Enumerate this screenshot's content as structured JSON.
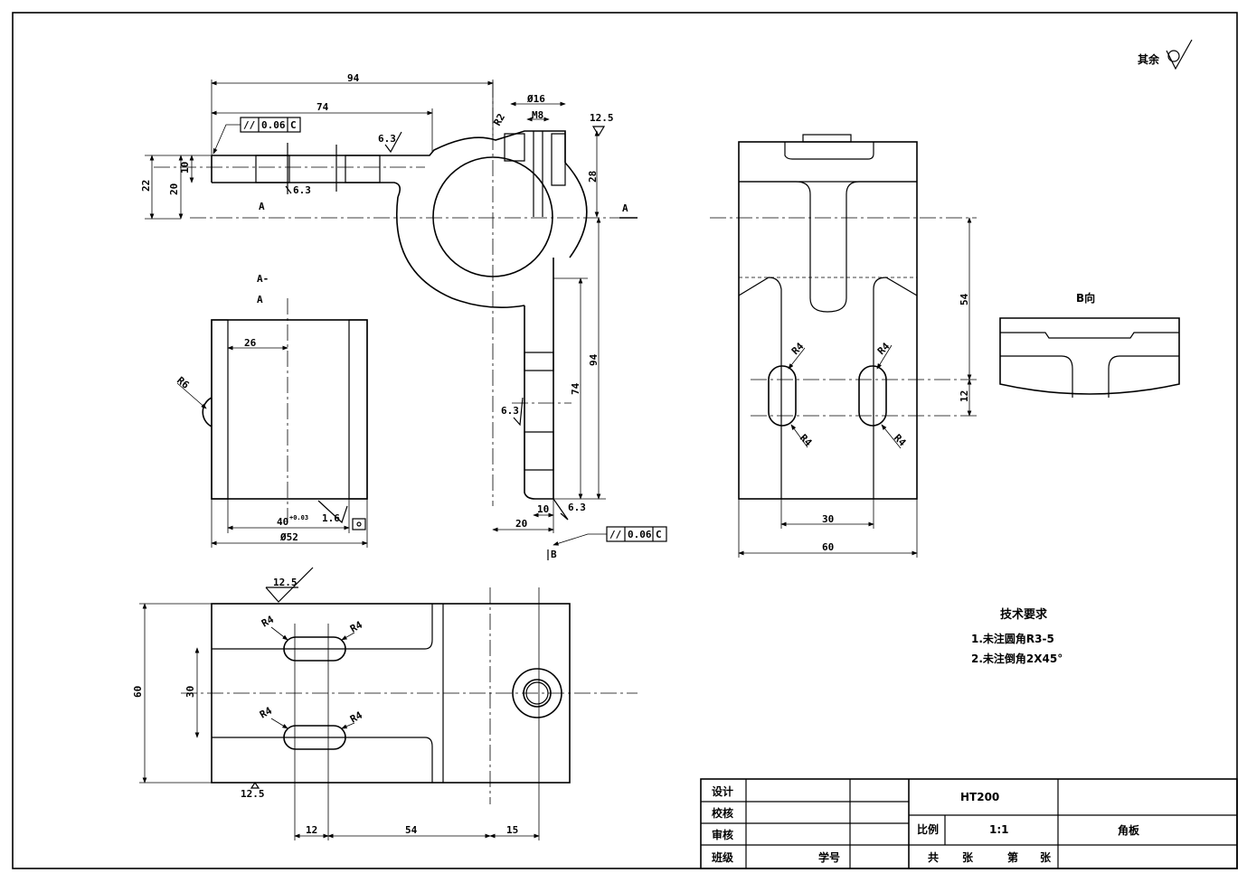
{
  "roughness": {
    "other_label": "其余"
  },
  "top_view": {
    "dims": {
      "d94": "94",
      "d74": "74",
      "d22": "22",
      "d20": "20",
      "d10": "10",
      "d16": "Ø16",
      "dM8": "M8",
      "dR2": "R2",
      "d28": "28",
      "d94v": "94",
      "d74v": "74",
      "d20h": "20",
      "d10h": "10"
    },
    "roughness": {
      "r63a": "6.3",
      "r63b": "6.3",
      "r125": "12.5",
      "r63c": "6.3",
      "r63d": "6.3"
    },
    "tolerance_top": {
      "symbol": "//",
      "value": "0.06",
      "datum": "C"
    },
    "tolerance_bottom": {
      "symbol": "//",
      "value": "0.06",
      "datum": "C"
    },
    "section_mark_left": "A",
    "section_mark_right": "A",
    "view_mark_b": "B"
  },
  "section_view": {
    "title_line1": "A-",
    "title_line2": "A",
    "dims": {
      "d26": "26",
      "dR6": "R6",
      "d40": "40",
      "d40sup": "+0.03",
      "d52": "Ø52",
      "r16": "1.6"
    }
  },
  "side_view": {
    "dims": {
      "d54": "54",
      "d12": "12",
      "d30": "30",
      "d60": "60",
      "r4a": "R4",
      "r4b": "R4",
      "r4c": "R4",
      "r4d": "R4"
    }
  },
  "b_view": {
    "label": "B向"
  },
  "bottom_view": {
    "dims": {
      "r125top": "12.5",
      "r125bot": "12.5",
      "d60": "60",
      "d30": "30",
      "d12": "12",
      "d54": "54",
      "d15": "15",
      "r4a": "R4",
      "r4b": "R4",
      "r4c": "R4",
      "r4d": "R4"
    }
  },
  "tech_requirements": {
    "title": "技术要求",
    "items": [
      "1.未注圆角R3-5",
      "2.未注倒角2X45°"
    ]
  },
  "title_block": {
    "design": "设计",
    "check": "校核",
    "review": "审核",
    "class": "班级",
    "student_no": "学号",
    "material": "HT200",
    "scale_label": "比例",
    "scale_value": "1:1",
    "part_name": "角板",
    "sheet_total": "共",
    "sheet_unit1": "张",
    "sheet_no": "第",
    "sheet_unit2": "张"
  }
}
